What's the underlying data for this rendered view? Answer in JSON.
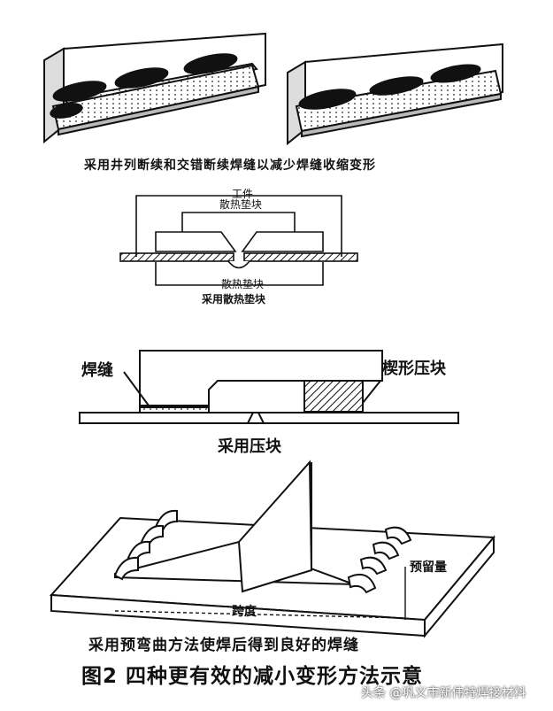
{
  "panel1": {
    "caption": "采用井列断续和交错断续焊缝以减少焊缝收缩变形"
  },
  "panel2": {
    "workpiece": "工件",
    "heat_sink_top": "散热垫块",
    "heat_sink_bottom": "散热垫块",
    "caption": "采用散热垫块"
  },
  "panel3": {
    "weld_label": "焊缝",
    "wedge_label": "楔形压块",
    "caption": "采用压块"
  },
  "panel4": {
    "preset_label": "预留量",
    "span_label": "跨度",
    "caption": "采用预弯曲方法使焊后得到良好的焊缝"
  },
  "figure_title": "图2 四种更有效的减小变形方法示意",
  "watermark": "头条 @巩义市新伟特焊接材料"
}
